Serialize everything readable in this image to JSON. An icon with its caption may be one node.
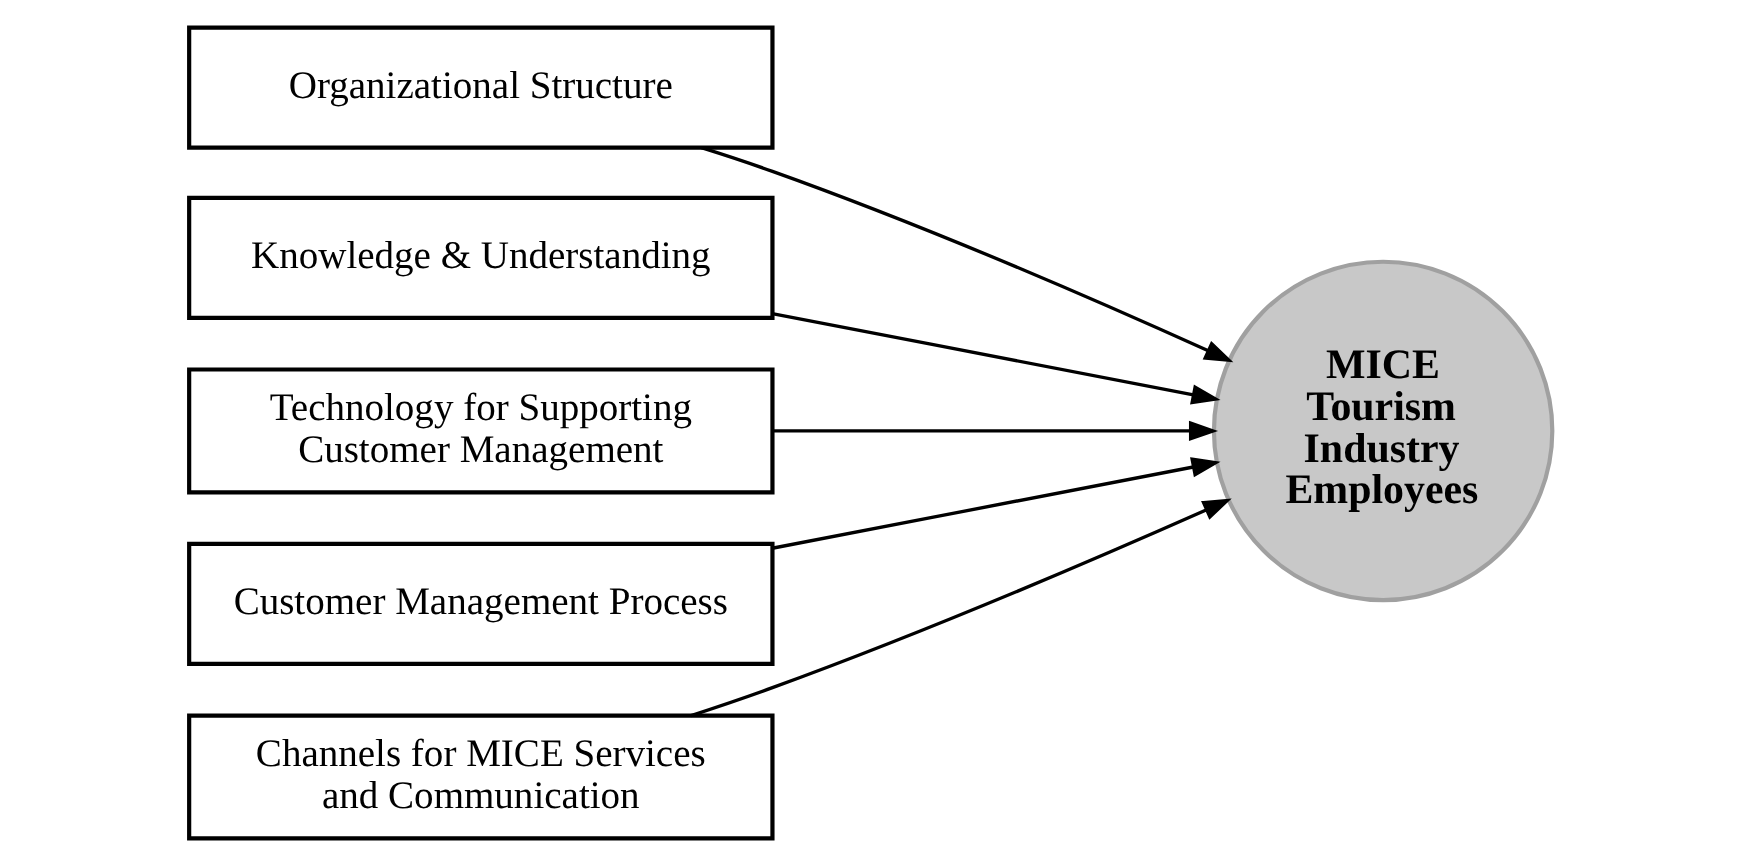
{
  "diagram": {
    "nodes": [
      {
        "text": [
          "Organizational Structure"
        ]
      },
      {
        "text": [
          "Knowledge & Understanding"
        ]
      },
      {
        "text": [
          "Technology for Supporting Customer Management"
        ]
      },
      {
        "text": [
          "Customer Management Process"
        ]
      },
      {
        "text": [
          "Channels for MICE Services and Communication"
        ]
      },
      {
        "text": [
          "MICE Tourism Industry Employees"
        ]
      }
    ],
    "edges": [
      {
        "from": 0,
        "to": 5,
        "arrow": "to"
      },
      {
        "from": 1,
        "to": 5,
        "arrow": "to"
      },
      {
        "from": 2,
        "to": 5,
        "arrow": "to"
      },
      {
        "from": 3,
        "to": 5,
        "arrow": "to"
      },
      {
        "from": 4,
        "to": 5,
        "arrow": "to"
      }
    ]
  }
}
